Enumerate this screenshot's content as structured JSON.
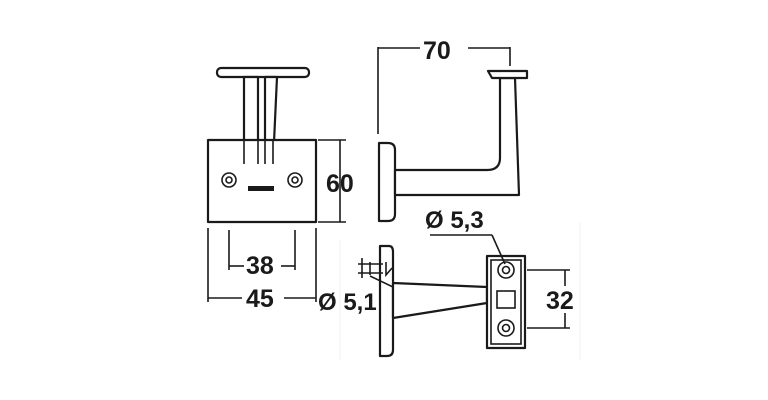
{
  "diagram": {
    "dimensions": {
      "height_front": "60",
      "hole_spacing": "38",
      "base_width": "45",
      "reach": "70",
      "hole_diameter_top": "Ø 5,3",
      "bolt_diameter_side": "Ø 5,1",
      "plate_height_side": "32"
    },
    "colors": {
      "line": "#1a1a1a",
      "background": "#ffffff"
    }
  }
}
